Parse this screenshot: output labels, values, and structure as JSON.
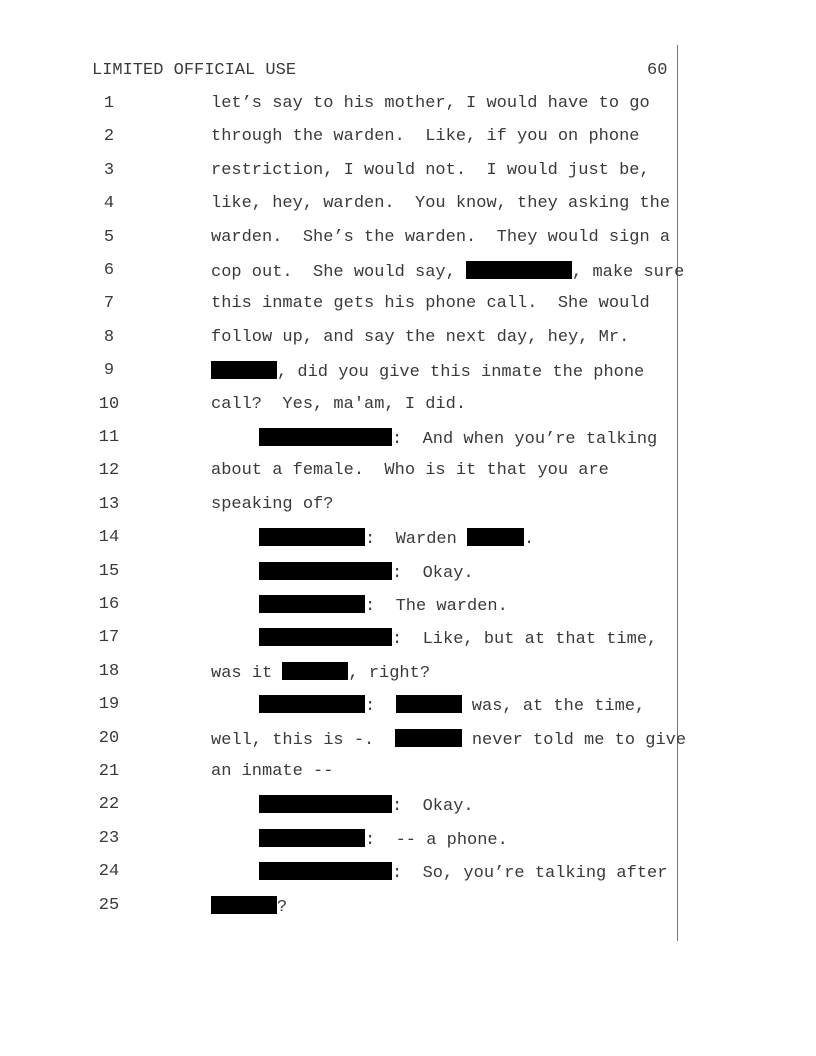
{
  "header": {
    "classification": "LIMITED OFFICIAL USE",
    "page_number": "60"
  },
  "lines": [
    {
      "number": "1",
      "segments": [
        {
          "t": "let’s say to his mother, I would have to go"
        }
      ]
    },
    {
      "number": "2",
      "segments": [
        {
          "t": "through the warden.  Like, if you on phone"
        }
      ]
    },
    {
      "number": "3",
      "segments": [
        {
          "t": "restriction, I would not.  I would just be,"
        }
      ]
    },
    {
      "number": "4",
      "segments": [
        {
          "t": "like, hey, warden.  You know, they asking the"
        }
      ]
    },
    {
      "number": "5",
      "segments": [
        {
          "t": "warden.  She’s the warden.  They would sign a"
        }
      ]
    },
    {
      "number": "6",
      "segments": [
        {
          "t": "cop out.  She would say, "
        },
        {
          "r": true
        },
        {
          "t": ", make sure"
        }
      ]
    },
    {
      "number": "7",
      "segments": [
        {
          "t": "this inmate gets his phone call.  She would"
        }
      ]
    },
    {
      "number": "8",
      "segments": [
        {
          "t": "follow up, and say the next day, hey, Mr."
        }
      ]
    },
    {
      "number": "9",
      "segments": [
        {
          "r": true
        },
        {
          "t": ", did you give this inmate the phone"
        }
      ]
    },
    {
      "number": "10",
      "segments": [
        {
          "t": "call?  Yes, ma'am, I did."
        }
      ]
    },
    {
      "number": "11",
      "indent": true,
      "segments": [
        {
          "r": true
        },
        {
          "t": ":  And when you’re talking"
        }
      ]
    },
    {
      "number": "12",
      "segments": [
        {
          "t": "about a female.  Who is it that you are"
        }
      ]
    },
    {
      "number": "13",
      "segments": [
        {
          "t": "speaking of?"
        }
      ]
    },
    {
      "number": "14",
      "indent": true,
      "segments": [
        {
          "r": true
        },
        {
          "t": ":  Warden "
        },
        {
          "r": true
        },
        {
          "t": "."
        }
      ]
    },
    {
      "number": "15",
      "indent": true,
      "segments": [
        {
          "r": true
        },
        {
          "t": ":  Okay."
        }
      ]
    },
    {
      "number": "16",
      "indent": true,
      "segments": [
        {
          "r": true
        },
        {
          "t": ":  The warden."
        }
      ]
    },
    {
      "number": "17",
      "indent": true,
      "segments": [
        {
          "r": true
        },
        {
          "t": ":  Like, but at that time,"
        }
      ]
    },
    {
      "number": "18",
      "segments": [
        {
          "t": "was it "
        },
        {
          "r": true
        },
        {
          "t": ", right?"
        }
      ]
    },
    {
      "number": "19",
      "indent": true,
      "segments": [
        {
          "r": true
        },
        {
          "t": ":  "
        },
        {
          "r": true
        },
        {
          "t": " was, at the time,"
        }
      ]
    },
    {
      "number": "20",
      "segments": [
        {
          "t": "well, this is -.  "
        },
        {
          "r": true
        },
        {
          "t": " never told me to give"
        }
      ]
    },
    {
      "number": "21",
      "segments": [
        {
          "t": "an inmate --"
        }
      ]
    },
    {
      "number": "22",
      "indent": true,
      "segments": [
        {
          "r": true
        },
        {
          "t": ":  Okay."
        }
      ]
    },
    {
      "number": "23",
      "indent": true,
      "segments": [
        {
          "r": true
        },
        {
          "t": ":  -- a phone."
        }
      ]
    },
    {
      "number": "24",
      "indent": true,
      "segments": [
        {
          "r": true
        },
        {
          "t": ":  So, you’re talking after"
        }
      ]
    },
    {
      "number": "25",
      "segments": [
        {
          "r": true
        },
        {
          "t": "?"
        }
      ]
    }
  ]
}
